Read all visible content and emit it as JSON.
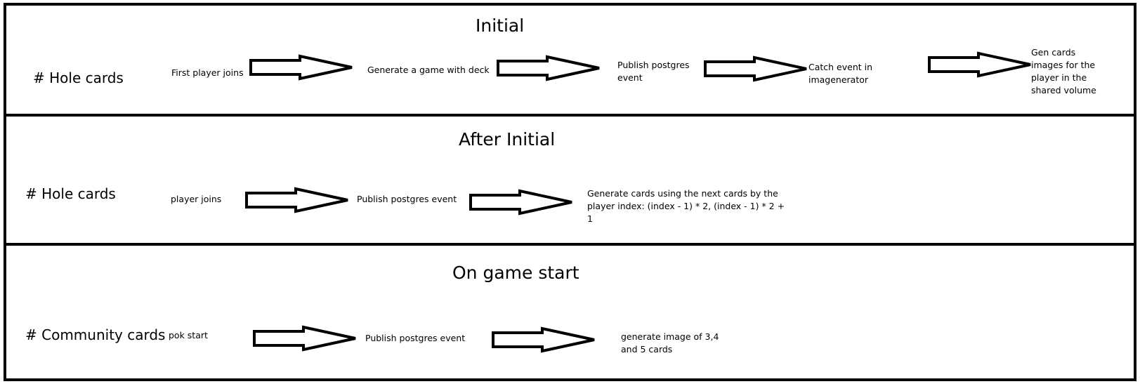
{
  "sections": [
    {
      "title": "Initial",
      "label": "# Hole cards",
      "steps": [
        "First player joins",
        "Generate a game with deck",
        "Publish postgres event",
        "Catch event in imagenerator",
        "Gen cards images for the player in the shared volume"
      ]
    },
    {
      "title": "After Initial",
      "label": "# Hole cards",
      "steps": [
        "player joins",
        "Publish postgres event",
        "Generate cards using the next cards by the player index: (index - 1) * 2, (index - 1) * 2 + 1"
      ]
    },
    {
      "title": "On game start",
      "label": "# Community cards",
      "steps": [
        "pok start",
        "Publish postgres event",
        "generate image of 3,4 and 5 cards"
      ]
    }
  ]
}
